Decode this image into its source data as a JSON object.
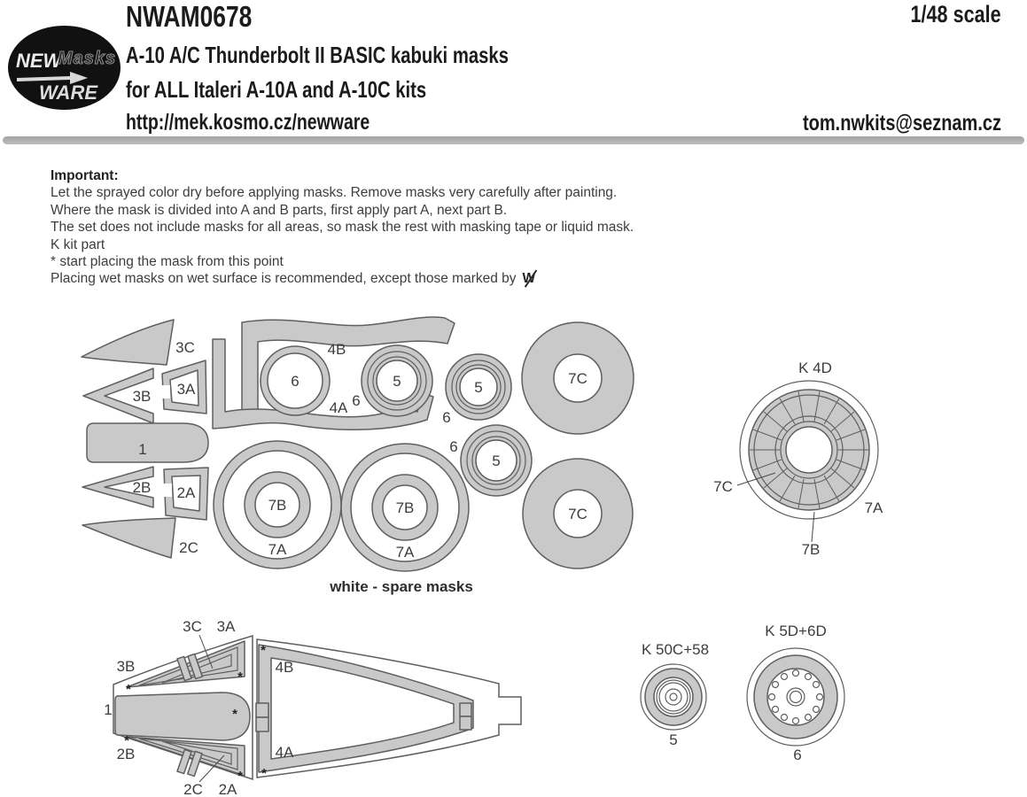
{
  "header": {
    "product_code": "NWAM0678",
    "scale": "1/48 scale",
    "title": "A-10 A/C Thunderbolt II BASIC  kabuki masks",
    "subtitle": "for ALL Italeri A-10A and A-10C kits",
    "url": "http://mek.kosmo.cz/newware",
    "email": "tom.nwkits@seznam.cz",
    "logo": {
      "new": "NEW",
      "masks": "Masks",
      "ware": "WARE",
      "arrow_icon": "right-arrow"
    }
  },
  "notes": {
    "heading": "Important:",
    "lines": [
      "Let the sprayed color dry before applying masks. Remove masks very carefully after painting.",
      "Where the mask is divided into A and B parts, first apply part A, next part B.",
      "The set does not include masks for all areas, so mask the rest with masking tape or liquid mask.",
      "K kit part",
      "*  start placing the mask from this point"
    ],
    "wet_line": "Placing wet masks on wet surface is recommended, except those marked by",
    "wet_mark": "W"
  },
  "spare_sheet": {
    "caption": "white - spare masks",
    "labels": {
      "l1": "1",
      "l2a": "2A",
      "l2b": "2B",
      "l2c": "2C",
      "l3a": "3A",
      "l3b": "3B",
      "l3c": "3C",
      "l4a": "4A",
      "l4b": "4B",
      "l5": "5",
      "l6": "6",
      "l7a": "7A",
      "l7b": "7B",
      "l7c": "7C"
    }
  },
  "canopy": {
    "labels": {
      "l1": "1",
      "l2a": "2A",
      "l2b": "2B",
      "l2c": "2C",
      "l3a": "3A",
      "l3b": "3B",
      "l3c": "3C",
      "l4a": "4A",
      "l4b": "4B"
    },
    "asterisk": "*"
  },
  "k4d": {
    "title": "K 4D",
    "l7a": "7A",
    "l7b": "7B",
    "l7c": "7C"
  },
  "wheels": {
    "left": {
      "title": "K 50C+58",
      "label": "5"
    },
    "right": {
      "title": "K 5D+6D",
      "label": "6"
    }
  },
  "colors": {
    "mask_fill": "#c9c9c9",
    "outline": "#5f5f5f",
    "label_text": "#3d3d3d",
    "header_text": "#1b1b1b",
    "divider": "#b0b0b0",
    "logo_bg": "#111111"
  }
}
